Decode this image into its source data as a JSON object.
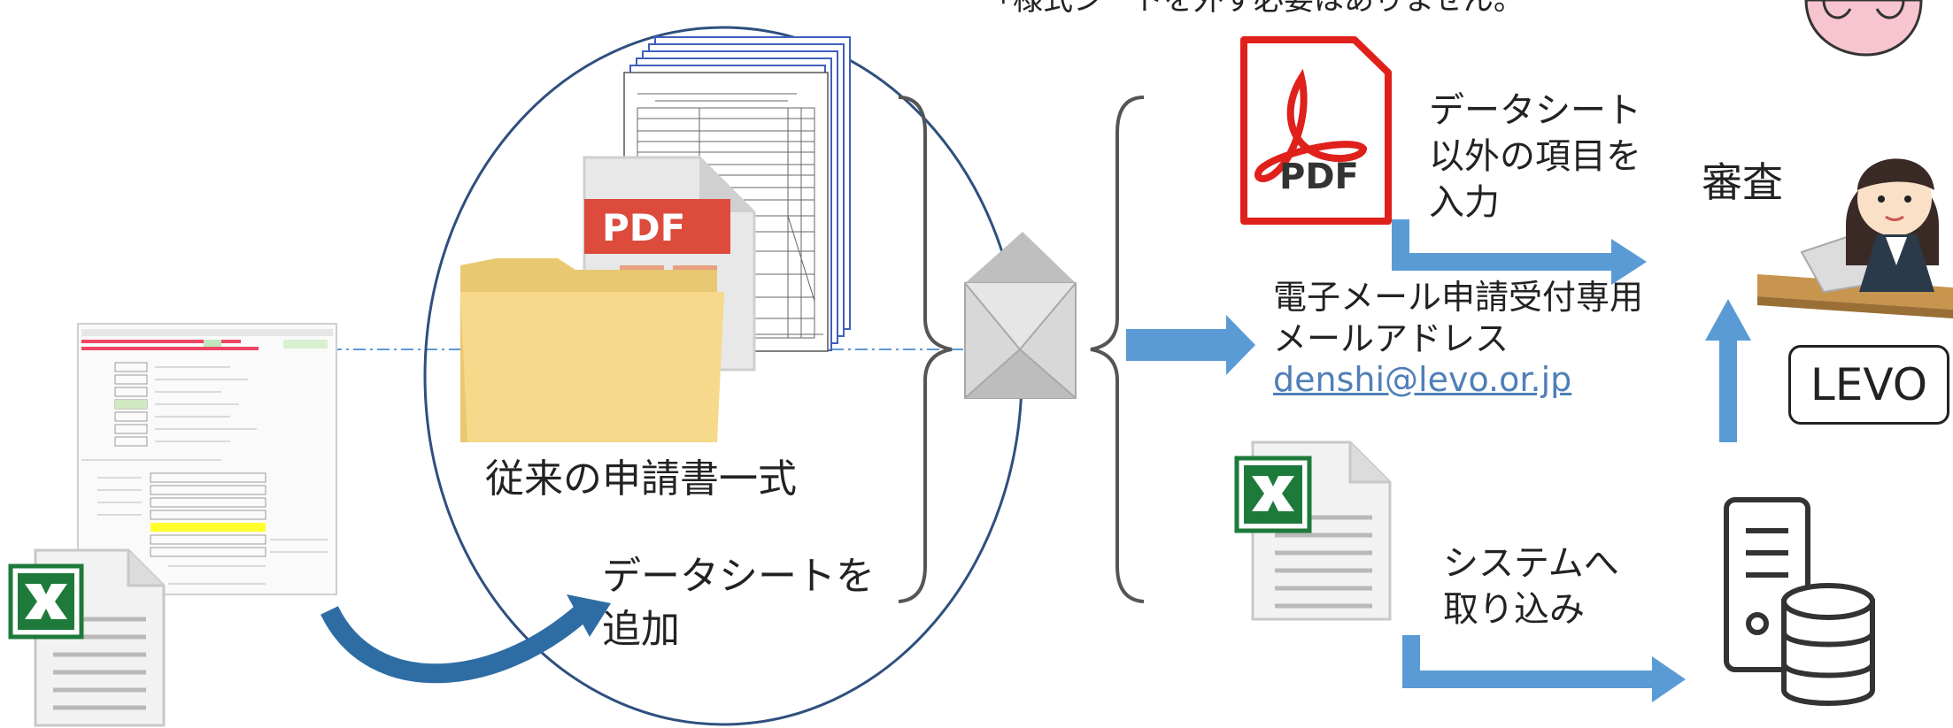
{
  "top_note": "「様式シートを外す必要はありません。",
  "traditional_label": "従来の申請書一式",
  "add_datasheet": {
    "line1": "データシートを",
    "line2": "追加"
  },
  "pdf_label": "PDF",
  "pdf_note": {
    "line1": "データシート",
    "line2": "以外の項目を",
    "line3": "入力"
  },
  "email": {
    "line1": "電子メール申請受付専用",
    "line2": "メールアドレス",
    "address": "denshi@levo.or.jp"
  },
  "system_note": {
    "line1": "システムへ",
    "line2": "取り込み"
  },
  "review_label": "審査",
  "levo_label": "LEVO",
  "colors": {
    "arrow": "#5b9bd5",
    "pdf_red": "#e0201b",
    "excel_green": "#1e7a3a",
    "folder": "#f4d78a",
    "dash": "#5b9bd5"
  }
}
